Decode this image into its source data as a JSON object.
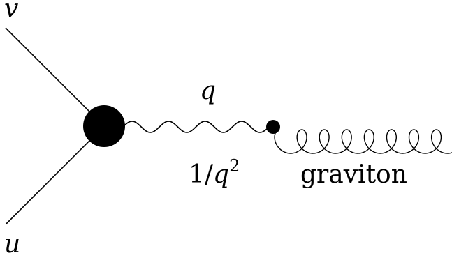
{
  "labels": {
    "v": "v",
    "u": "u",
    "q": "q",
    "propagator_num": "1/",
    "propagator_var": "q",
    "propagator_exp": "2",
    "graviton": "graviton"
  },
  "colors": {
    "ink": "#000000",
    "background": "#ffffff"
  }
}
